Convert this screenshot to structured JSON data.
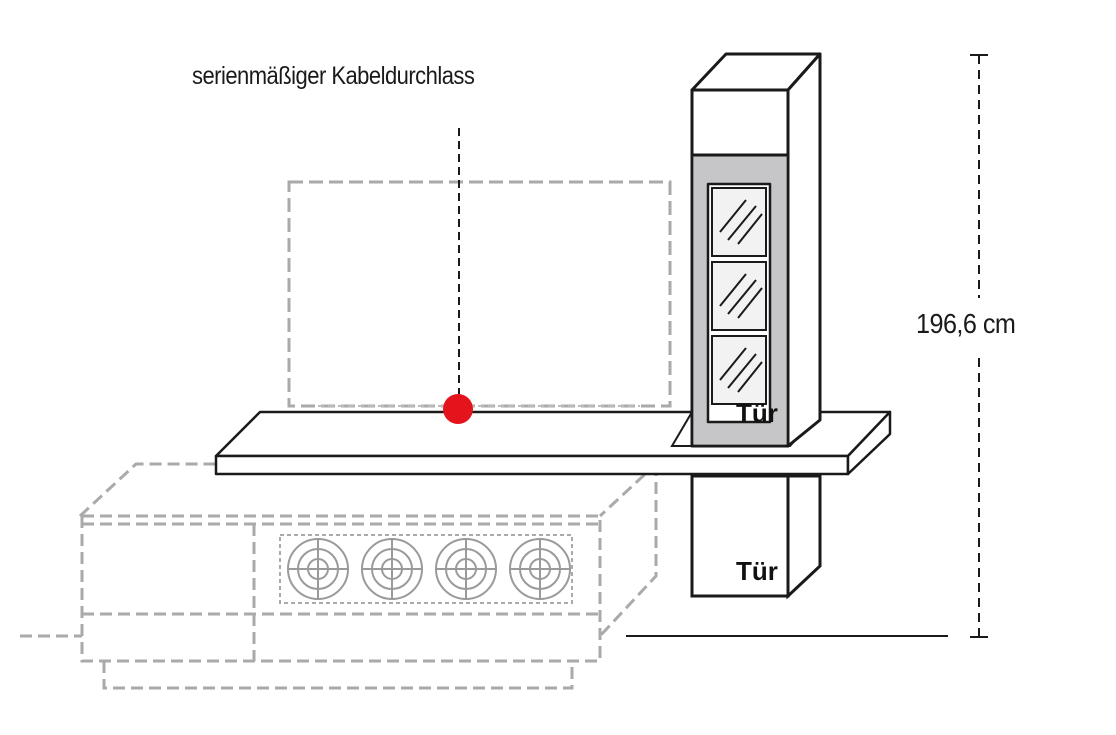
{
  "labels": {
    "cable_passage": "serienmäßiger Kabeldurchlass",
    "height": "196,6 cm",
    "door_upper": "Tür",
    "door_lower": "Tür"
  },
  "colors": {
    "line": "#1a1a1a",
    "dashed": "#aaaaaa",
    "glass_panel": "#c6c6c8",
    "cable_dot": "#e3141b"
  }
}
